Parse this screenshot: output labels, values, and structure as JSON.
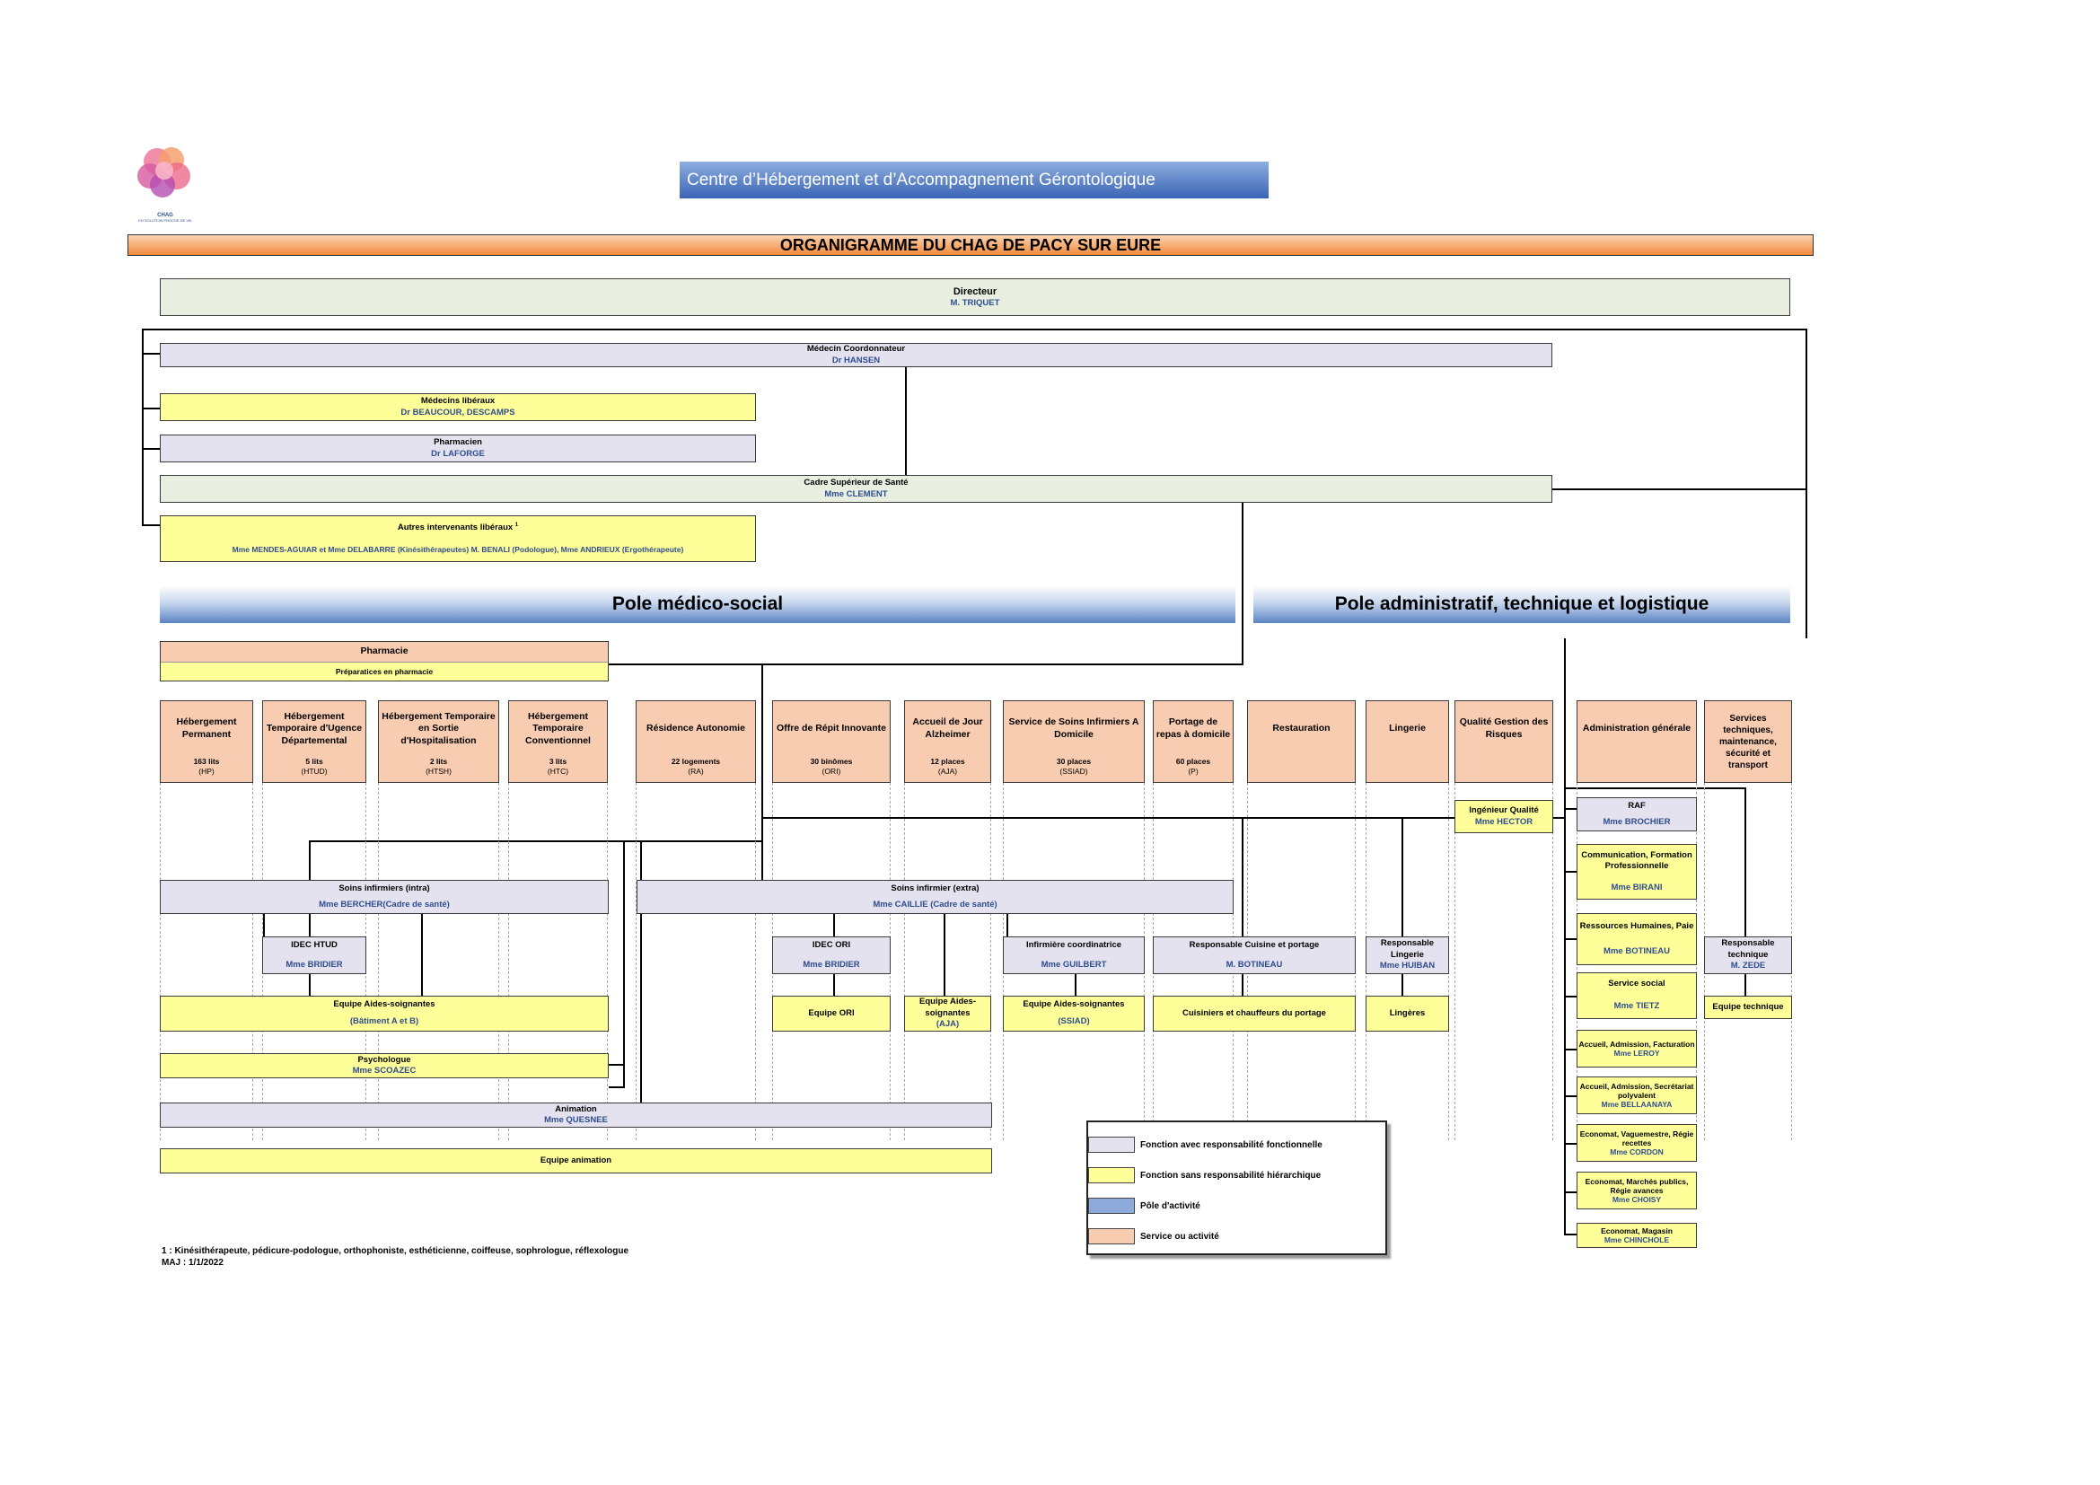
{
  "header": {
    "banner_title": "Centre d’Hébergement et d’Accompagnement Gérontologique",
    "orange_title": "ORGANIGRAMME DU CHAG DE PACY SUR EURE",
    "logo_text_line1": "CHAG",
    "logo_text_line2": "EN SOLUTION PROCHE DE VIE"
  },
  "directeur": {
    "role": "Directeur",
    "name": "M. TRIQUET"
  },
  "medecin": {
    "role": "Médecin Coordonnateur",
    "name": "Dr HANSEN"
  },
  "liberaux": {
    "role": "Médecins libéraux",
    "name": "Dr BEAUCOUR, DESCAMPS"
  },
  "pharmacien": {
    "role": "Pharmacien",
    "name": "Dr LAFORGE"
  },
  "cadre": {
    "role": "Cadre Supérieur de Santé",
    "name": "Mme CLEMENT"
  },
  "autres": {
    "role": "Autres intervenants libéraux",
    "sup": "1",
    "name": "Mme MENDES-AGUIAR et Mme DELABARRE (Kinésithérapeutes) M. BENALI (Podologue), Mme ANDRIEUX (Ergothérapeute)"
  },
  "poles": {
    "medico": "Pole médico-social",
    "admin": "Pole administratif, technique et logistique"
  },
  "pharmacie": {
    "role": "Pharmacie",
    "sub": "Préparatices en pharmacie"
  },
  "services": [
    {
      "title": "Hébergement Permanent",
      "cap": "163 lits",
      "code": "(HP)"
    },
    {
      "title": "Hébergement Temporaire d'Ugence Départemental",
      "cap": "5 lits",
      "code": "(HTUD)"
    },
    {
      "title": "Hébergement Temporaire en Sortie d'Hospitalisation",
      "cap": "2 lits",
      "code": "(HTSH)"
    },
    {
      "title": "Hébergement Temporaire Conventionnel",
      "cap": "3 lits",
      "code": "(HTC)"
    },
    {
      "title": "Résidence Autonomie",
      "cap": "22 logements",
      "code": "(RA)"
    },
    {
      "title": "Offre de Répit Innovante",
      "cap": "30 binômes",
      "code": "(ORI)"
    },
    {
      "title": "Accueil de Jour Alzheimer",
      "cap": "12 places",
      "code": "(AJA)"
    },
    {
      "title": "Service de Soins Infirmiers A Domicile",
      "cap": "30 places",
      "code": "(SSIAD)"
    },
    {
      "title": "Portage de repas à domicile",
      "cap": "60 places",
      "code": "(P)"
    },
    {
      "title": "Restauration",
      "cap": "",
      "code": ""
    },
    {
      "title": "Lingerie",
      "cap": "",
      "code": ""
    },
    {
      "title": "Qualité Gestion des Risques",
      "cap": "",
      "code": ""
    },
    {
      "title": "Administration générale",
      "cap": "",
      "code": ""
    },
    {
      "title": "Services techniques, maintenance, sécurité et transport",
      "cap": "",
      "code": ""
    }
  ],
  "ingenieur": {
    "role": "Ingénieur Qualité",
    "name": "Mme HECTOR"
  },
  "soins_intra": {
    "role": "Soins infirmiers (intra)",
    "name": "Mme BERCHER(Cadre de santé)"
  },
  "soins_extra": {
    "role": "Soins infirmier (extra)",
    "name": "Mme CAILLIE (Cadre de santé)"
  },
  "idec_htud": {
    "role": "IDEC HTUD",
    "name": "Mme BRIDIER"
  },
  "idec_ori": {
    "role": "IDEC ORI",
    "name": "Mme BRIDIER"
  },
  "inf_coord": {
    "role": "Infirmière coordinatrice",
    "name": "Mme GUILBERT"
  },
  "resp_cuisine": {
    "role": "Responsable Cuisine et portage",
    "name": "M. BOTINEAU"
  },
  "resp_lingerie": {
    "role": "Responsable Lingerie",
    "name": "Mme HUIBAN"
  },
  "resp_tech": {
    "role": "Responsable technique",
    "name": "M. ZEDE"
  },
  "equipe_as": {
    "role": "Equipe Aides-soignantes",
    "name": "(Bâtiment A et B)"
  },
  "equipe_ori": {
    "role": "Equipe ORI"
  },
  "equipe_aja": {
    "role": "Equipe Aides-soignantes",
    "name": "(AJA)"
  },
  "equipe_ssiad": {
    "role": "Equipe Aides-soignantes",
    "name": "(SSIAD)"
  },
  "cuisiniers": {
    "role": "Cuisiniers et chauffeurs du portage"
  },
  "lingeres": {
    "role": "Lingères"
  },
  "equipe_tech": {
    "role": "Equipe technique"
  },
  "psychologue": {
    "role": "Psychologue",
    "name": "Mme SCOAZEC"
  },
  "animation": {
    "role": "Animation",
    "name": "Mme QUESNEE"
  },
  "equipe_anim": {
    "role": "Equipe animation"
  },
  "admin_items": [
    {
      "role": "RAF",
      "name": "Mme BROCHIER"
    },
    {
      "role": "Communication, Formation Professionnelle",
      "name": "Mme BIRANI"
    },
    {
      "role": "Ressources Humaines, Paie",
      "name": "Mme BOTINEAU"
    },
    {
      "role": "Service social",
      "name": "Mme TIETZ"
    },
    {
      "role": "Accueil, Admission, Facturation",
      "name": "Mme LEROY"
    },
    {
      "role": "Accueil, Admission, Secrétariat polyvalent",
      "name": "Mme BELLAANAYA"
    },
    {
      "role": "Economat, Vaguemestre, Régie recettes",
      "name": "Mme CORDON"
    },
    {
      "role": "Economat, Marchés publics, Régie avances",
      "name": "Mme CHOISY"
    },
    {
      "role": "Economat, Magasin",
      "name": "Mme CHINCHOLE"
    }
  ],
  "legend": {
    "items": [
      {
        "label": "Fonction avec responsabilité fonctionnelle",
        "color": "#e4e2ee"
      },
      {
        "label": "Fonction sans responsabilité hiérarchique",
        "color": "#ffff99"
      },
      {
        "label": "Pôle d'activité",
        "color": "#8eaadb"
      },
      {
        "label": "Service ou activité",
        "color": "#f8ccb0"
      }
    ]
  },
  "footer": {
    "note": "1 : Kinésithérapeute, pédicure-podologue, orthophoniste, esthéticienne, coiffeuse, sophrologue, réflexologue",
    "maj": "MAJ : 1/1/2022"
  }
}
